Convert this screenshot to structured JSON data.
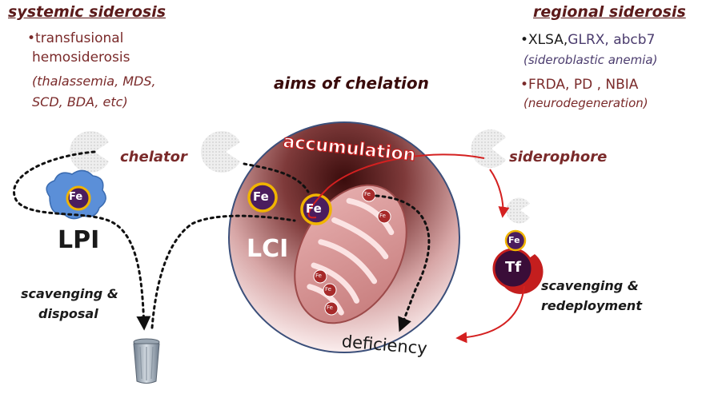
{
  "systemic": {
    "title": "systemic siderosis",
    "line1": "•transfusional",
    "line2": "hemosiderosis",
    "line3": "(thalassemia, MDS,",
    "line4": "SCD, BDA, etc)"
  },
  "regional": {
    "title": "regional siderosis",
    "bullet": "•",
    "xlsa": "XLSA,",
    "glrx": "GLRX,",
    "abcb7": "abcb7",
    "sideroblastic": "(sideroblastic anemia)",
    "frda": "•FRDA, PD , NBIA",
    "neuro": "(neurodegeneration)"
  },
  "center_title": "aims of chelation",
  "labels": {
    "chelator": "chelator",
    "siderophore": "siderophore",
    "accumulation": "accumulation",
    "lpi": "LPI",
    "lci": "LCI",
    "deficiency": "deficiency",
    "scavenging_disposal_1": "scavenging &",
    "scavenging_disposal_2": "disposal",
    "scavenging_redeploy_1": "scavenging &",
    "scavenging_redeploy_2": "redeployment"
  },
  "iron": {
    "fe": "Fe",
    "tf": "Tf"
  },
  "colors": {
    "maroon": "#7a2a2a",
    "purple": "#4b1d5e",
    "arrow_red": "#d42020",
    "gold": "#f0b400"
  }
}
